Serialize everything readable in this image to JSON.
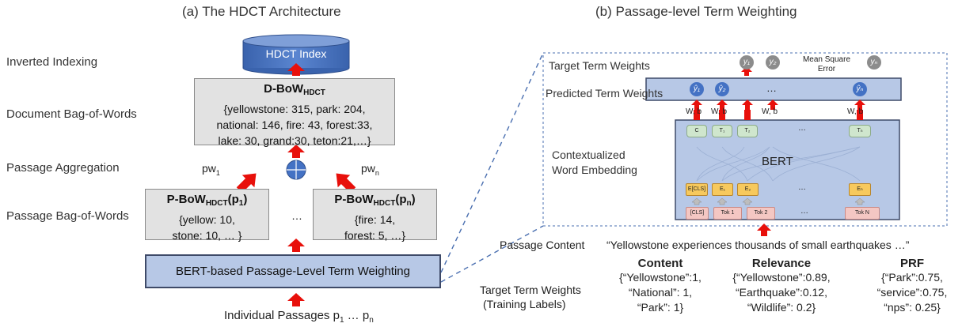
{
  "left": {
    "title": "(a) The HDCT Architecture",
    "row_labels": {
      "inverted_indexing": "Inverted Indexing",
      "document_bow": "Document Bag-of-Words",
      "passage_aggregation": "Passage Aggregation",
      "passage_bow": "Passage Bag-of-Words"
    },
    "index_label": "HDCT Index",
    "dbow": {
      "head": "D-BoW",
      "head_sub": "HDCT",
      "line1": "{yellowstone: 315, park: 204,",
      "line2": "national: 146, fire: 43, forest:33,",
      "line3": "lake: 30, grand:30, teton:21,…}"
    },
    "pw1": {
      "base": "pw",
      "sub": "1"
    },
    "pwn": {
      "base": "pw",
      "sub": "n"
    },
    "pbow1": {
      "head": "P-BoW",
      "head_sub": "HDCT",
      "head_suffix": "(p",
      "head_suffix_sub": "1",
      "head_close": ")",
      "line1": "{yellow: 10,",
      "line2": "stone: 10, … }"
    },
    "ellipsis": "…",
    "pbown": {
      "head": "P-BoW",
      "head_sub": "HDCT",
      "head_suffix": "(p",
      "head_suffix_sub": "n",
      "head_close": ")",
      "line1": "{fire: 14,",
      "line2": "forest: 5, …}"
    },
    "bert_box": "BERT-based Passage-Level Term Weighting",
    "individual_passages": {
      "text": "Individual Passages p",
      "sub1": "1",
      "mid": " … p",
      "subn": "n"
    }
  },
  "right": {
    "title": "(b) Passage-level Term Weighting",
    "target_term_weights": "Target Term Weights",
    "predicted_term_weights": "Predicted Term Weights",
    "contextualized": "Contextualized",
    "word_embedding": "Word Embedding",
    "mse_line1": "Mean Square",
    "mse_line2": "Error",
    "bert": "BERT",
    "wb": "W, b",
    "dots": "…",
    "y_labels": [
      "y₁",
      "y₂",
      "yₙ"
    ],
    "yhat_labels": [
      "ŷ₁",
      "ŷ₂",
      "ŷₙ"
    ],
    "output_tokens": [
      "C",
      "T₁",
      "T₂",
      "Tₙ"
    ],
    "embed_tokens": [
      "E[CLS]",
      "E₁",
      "E₂",
      "Eₙ"
    ],
    "input_tokens": [
      "[CLS]",
      "Tok 1",
      "Tok 2",
      "Tok N"
    ],
    "passage_content_label": "Passage Content",
    "passage_content_text": "“Yellowstone experiences thousands of small earthquakes …”",
    "targets_label_line1": "Target Term Weights",
    "targets_label_line2": "(Training Labels)",
    "content": {
      "head": "Content",
      "lines": [
        "{“Yellowstone”:1,",
        "“National”: 1,",
        "“Park”: 1}"
      ]
    },
    "relevance": {
      "head": "Relevance",
      "lines": [
        "{“Yellowstone”:0.89,",
        "“Earthquake”:0.12,",
        "“Wildlife”: 0.2}"
      ]
    },
    "prf": {
      "head": "PRF",
      "lines": [
        "{“Park”:0.75,",
        "“service”:0.75,",
        "“nps”: 0.25}"
      ]
    }
  },
  "colors": {
    "arrow_red": "#e8100b",
    "blue_box": "#b7c8e6",
    "index_blue": "#4472c4",
    "gray_box": "#e2e2e2",
    "dash_blue": "#4a6fb0"
  }
}
